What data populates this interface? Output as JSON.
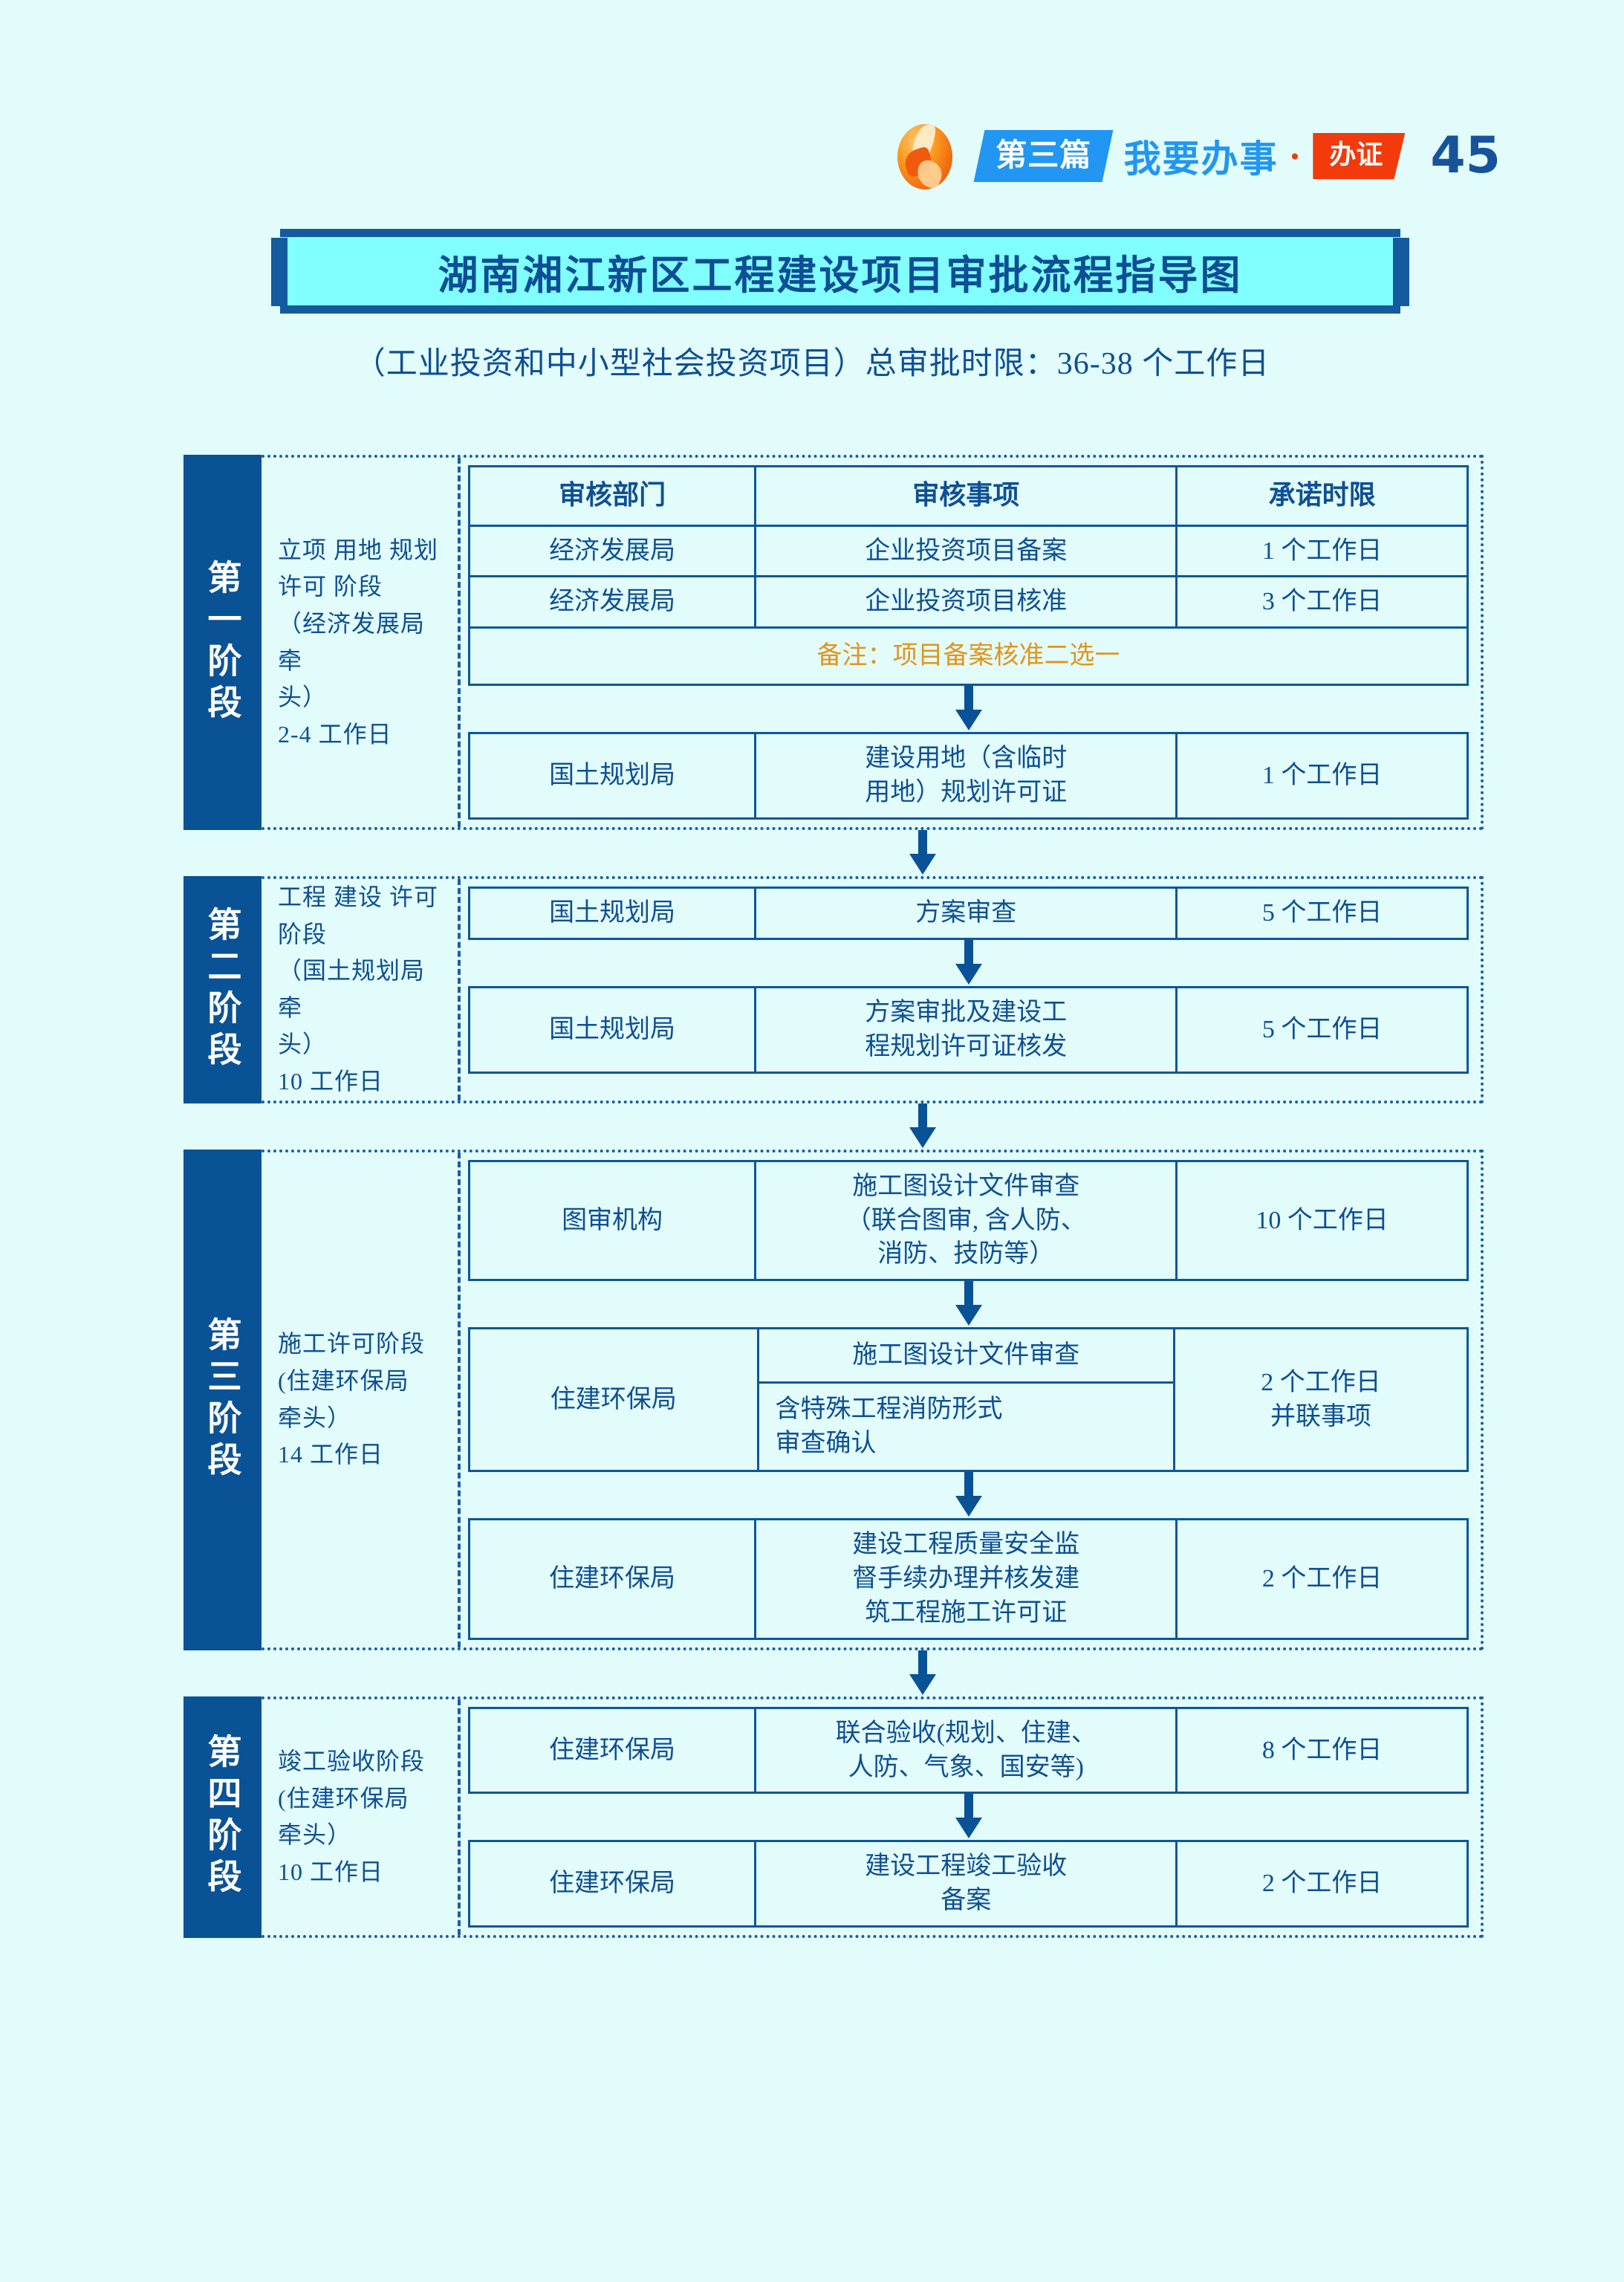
{
  "header": {
    "logo_icon": "flame-logo-icon",
    "section_badge": "第三篇",
    "section_title": "我要办事",
    "dot": "·",
    "category_badge": "办证",
    "page_number": "45"
  },
  "title": {
    "banner": "湖南湘江新区工程建设项目审批流程指导图",
    "subtitle": "（工业投资和中小型社会投资项目）总审批时限：36-38 个工作日"
  },
  "table_headers": {
    "department": "审核部门",
    "item": "审核事项",
    "deadline": "承诺时限"
  },
  "stages": [
    {
      "bar_label": "第一阶段",
      "description": "立项 用地 规划\n许可 阶段\n（经济发展局牵\n头）\n2-4 工作日",
      "rows": [
        {
          "department": "经济发展局",
          "item": "企业投资项目备案",
          "deadline": "1 个工作日"
        },
        {
          "department": "经济发展局",
          "item": "企业投资项目核准",
          "deadline": "3 个工作日"
        }
      ],
      "note": "备注：项目备案核准二选一",
      "rows2": [
        {
          "department": "国土规划局",
          "item": "建设用地（含临时\n用地）规划许可证",
          "deadline": "1 个工作日"
        }
      ]
    },
    {
      "bar_label": "第二阶段",
      "description": "工程 建设 许可\n阶段\n（国土规划局牵\n头）\n10 工作日",
      "rows": [
        {
          "department": "国土规划局",
          "item": "方案审查",
          "deadline": "5 个工作日"
        },
        {
          "department": "国土规划局",
          "item": "方案审批及建设工\n程规划许可证核发",
          "deadline": "5 个工作日"
        }
      ]
    },
    {
      "bar_label": "第三阶段",
      "description": "施工许可阶段\n(住建环保局\n牵头）\n14 工作日",
      "rows": [
        {
          "department": "图审机构",
          "item": "施工图设计文件审查\n（联合图审, 含人防、\n消防、技防等）",
          "deadline": "10 个工作日"
        },
        {
          "department": "住建环保局",
          "item_lines": [
            "施工图设计文件审查",
            "含特殊工程消防形式\n审查确认"
          ],
          "deadline": "2 个工作日\n并联事项"
        },
        {
          "department": "住建环保局",
          "item": "建设工程质量安全监\n督手续办理并核发建\n筑工程施工许可证",
          "deadline": "2 个工作日"
        }
      ]
    },
    {
      "bar_label": "第四阶段",
      "description": "竣工验收阶段\n(住建环保局\n牵头）\n10 工作日",
      "rows": [
        {
          "department": "住建环保局",
          "item": "联合验收(规划、住建、\n人防、气象、国安等)",
          "deadline": "8 个工作日"
        },
        {
          "department": "住建环保局",
          "item": "建设工程竣工验收\n备案",
          "deadline": "2 个工作日"
        }
      ]
    }
  ],
  "colors": {
    "page_bg": "#E2FCFC",
    "deep_blue": "#0A5296",
    "line_blue": "#0D5798",
    "banner_fill": "#81FFFF",
    "accent_orange": "#E0951E",
    "badge_blue": "#2196F3",
    "badge_red": "#F23A0A"
  },
  "icons": {
    "arrow_down": "arrow-down-icon"
  }
}
